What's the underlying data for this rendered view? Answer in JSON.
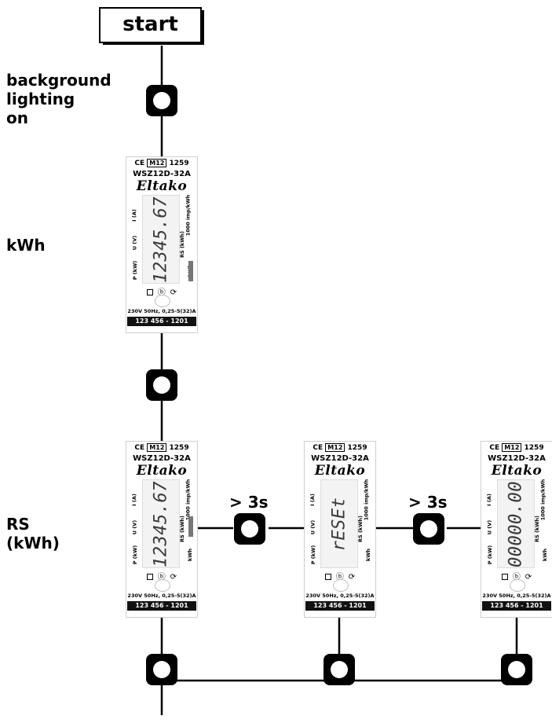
{
  "start_label": "start",
  "labels": {
    "background_lighting": "background\nlighting\non",
    "kwh": "kWh",
    "rs_kwh": "RS\n(kWh)"
  },
  "transitions": {
    "first": "> 3s",
    "second": "> 3s"
  },
  "meter": {
    "ce_line": "CE M12 1259",
    "ce": "CE",
    "m12": "M12",
    "cert": "1259",
    "model": "WSZ12D-32A",
    "brand": "Eltako",
    "label_i": "I (A)",
    "label_u": "U (V)",
    "label_p": "P (kW)",
    "label_imp": "1000 imp/kWh",
    "label_rs": "RS (kWh)",
    "label_kwh": "kWh",
    "spec": "230V 50Hz, 0,25-5(32)A",
    "serial": "123 456 - 1201"
  },
  "meters": [
    {
      "id": "kwh",
      "reading": "12345.67"
    },
    {
      "id": "rs1",
      "reading": "12345.67"
    },
    {
      "id": "rs2",
      "reading": "rESEt"
    },
    {
      "id": "rs3",
      "reading": "00000.00"
    }
  ],
  "colors": {
    "line": "#000000",
    "lcd_segment": "#3a3a3a",
    "serial_bar": "#111111"
  }
}
